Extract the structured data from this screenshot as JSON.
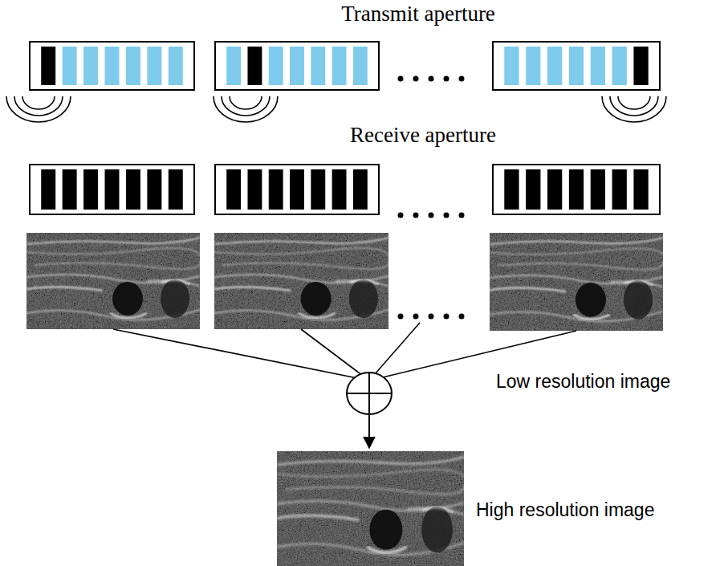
{
  "diagram": {
    "labels": [
      "Transmit aperture",
      "Receive aperture",
      "Low resolution image",
      "High resolution image"
    ]
  }
}
